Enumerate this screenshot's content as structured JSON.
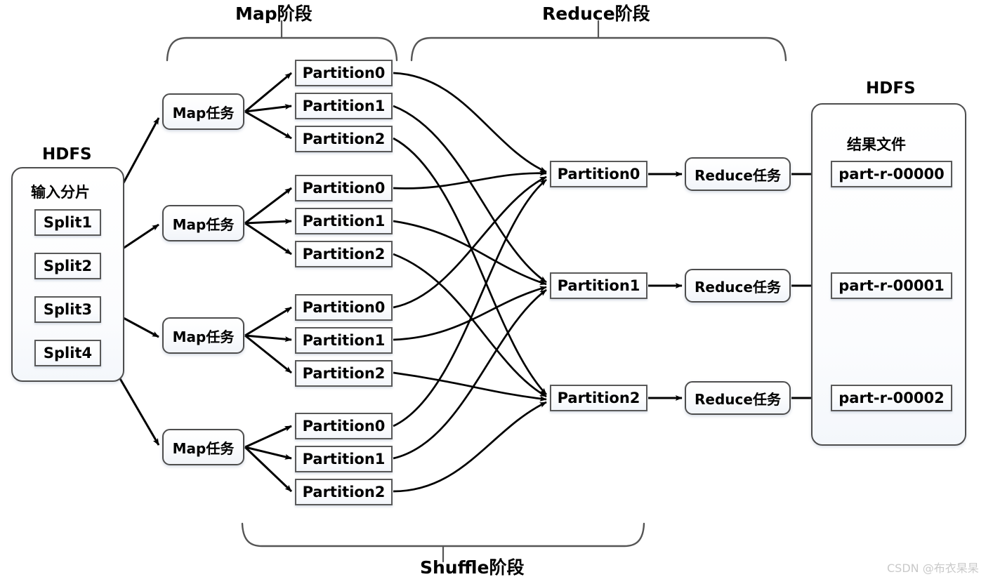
{
  "diagram": {
    "title_phases": {
      "map": "Map阶段",
      "reduce": "Reduce阶段",
      "shuffle": "Shuffle阶段"
    },
    "input_storage": {
      "system_label": "HDFS",
      "section_label": "输入分片",
      "splits": [
        {
          "label": "Split1"
        },
        {
          "label": "Split2"
        },
        {
          "label": "Split3"
        },
        {
          "label": "Split4"
        }
      ]
    },
    "map_tasks": [
      {
        "label": "Map任务"
      },
      {
        "label": "Map任务"
      },
      {
        "label": "Map任务"
      },
      {
        "label": "Map任务"
      }
    ],
    "map_output_groups": [
      {
        "partitions": [
          {
            "label": "Partition0"
          },
          {
            "label": "Partition1"
          },
          {
            "label": "Partition2"
          }
        ]
      },
      {
        "partitions": [
          {
            "label": "Partition0"
          },
          {
            "label": "Partition1"
          },
          {
            "label": "Partition2"
          }
        ]
      },
      {
        "partitions": [
          {
            "label": "Partition0"
          },
          {
            "label": "Partition1"
          },
          {
            "label": "Partition2"
          }
        ]
      },
      {
        "partitions": [
          {
            "label": "Partition0"
          },
          {
            "label": "Partition1"
          },
          {
            "label": "Partition2"
          }
        ]
      }
    ],
    "merged_partitions": [
      {
        "label": "Partition0"
      },
      {
        "label": "Partition1"
      },
      {
        "label": "Partition2"
      }
    ],
    "reduce_tasks": [
      {
        "label": "Reduce任务"
      },
      {
        "label": "Reduce任务"
      },
      {
        "label": "Reduce任务"
      }
    ],
    "output_storage": {
      "system_label": "HDFS",
      "section_label": "结果文件",
      "files": [
        {
          "label": "part-r-00000"
        },
        {
          "label": "part-r-00001"
        },
        {
          "label": "part-r-00002"
        }
      ]
    },
    "watermark": "CSDN @布衣杲杲",
    "colors": {
      "stroke": "#000000",
      "box_border": "#595959",
      "container_border": "#4d4d4d",
      "bracket": "#555555",
      "background": "#ffffff",
      "watermark": "#c9c9c9"
    }
  }
}
